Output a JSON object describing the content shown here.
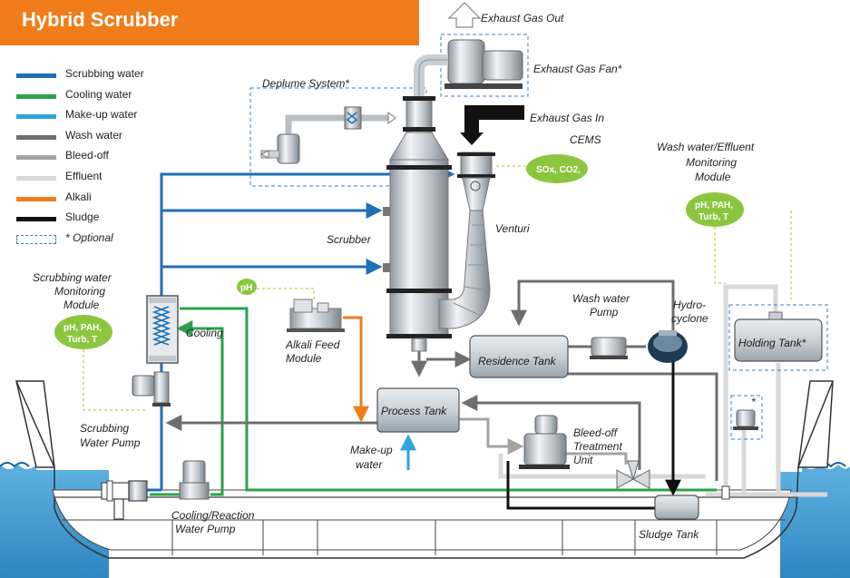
{
  "title": "Hybrid Scrubber",
  "legend": [
    {
      "label": "Scrubbing water",
      "color": "#1f6fb5",
      "style": "solid"
    },
    {
      "label": "Cooling water",
      "color": "#2aa24a",
      "style": "solid"
    },
    {
      "label": "Make-up water",
      "color": "#29a5dc",
      "style": "solid"
    },
    {
      "label": "Wash water",
      "color": "#6e6e6e",
      "style": "solid"
    },
    {
      "label": "Bleed-off",
      "color": "#a3a3a3",
      "style": "solid"
    },
    {
      "label": "Effluent",
      "color": "#d8d8d8",
      "style": "solid"
    },
    {
      "label": "Alkali",
      "color": "#f07d1a",
      "style": "solid"
    },
    {
      "label": "Sludge",
      "color": "#111111",
      "style": "solid"
    },
    {
      "label": "* Optional",
      "color": "#3a7fc2",
      "style": "dashed"
    }
  ],
  "labels": {
    "exhaust_gas_out": "Exhaust Gas Out",
    "exhaust_gas_fan": "Exhaust Gas Fan*",
    "exhaust_gas_in": "Exhaust Gas In",
    "deplume_system": "Deplume  System*",
    "cems": "CEMS",
    "scrubber": "Scrubber",
    "venturi": "Venturi",
    "wash_water_pump_1": "Wash water",
    "wash_water_pump_2": "Pump",
    "hydrocyclone_1": "Hydro-",
    "hydrocyclone_2": "cyclone",
    "residence_tank": "Residence Tank",
    "process_tank": "Process Tank",
    "holding_tank": "Holding Tank*",
    "alkali_feed_1": "Alkali Feed",
    "alkali_feed_2": "Module",
    "cooling": "Cooling",
    "scrubbing_monitor_1": "Scrubbing water",
    "scrubbing_monitor_2": "Monitoring",
    "scrubbing_monitor_3": "Module",
    "scrubbing_pump_1": "Scrubbing",
    "scrubbing_pump_2": "Water Pump",
    "cooling_pump_1": "Cooling/Reaction",
    "cooling_pump_2": "Water Pump",
    "makeup_water_1": "Make-up",
    "makeup_water_2": "water",
    "bleedoff_1": "Bleed-off",
    "bleedoff_2": "Treatment",
    "bleedoff_3": "Unit",
    "sludge_tank": "Sludge Tank",
    "effluent_monitor_1": "Wash water/Effluent",
    "effluent_monitor_2": "Monitoring",
    "effluent_monitor_3": "Module",
    "star": "*"
  },
  "badges": {
    "ph": "pH",
    "sox_co2": "SOx, CO2,",
    "left_params_1": "pH, PAH,",
    "left_params_2": "Turb, T",
    "right_params_1": "pH, PAH,",
    "right_params_2": "Turb, T"
  },
  "colors": {
    "scrubbing": "#1f6fb5",
    "cooling": "#2aa24a",
    "makeup": "#29a5dc",
    "wash": "#6e6e6e",
    "bleedoff": "#a3a3a3",
    "effluent": "#d8d8d8",
    "alkali": "#f07d1a",
    "sludge": "#111111",
    "badge_green": "#8cc63f",
    "title_bg": "#f07d1a",
    "sea": "#4da3d6"
  }
}
